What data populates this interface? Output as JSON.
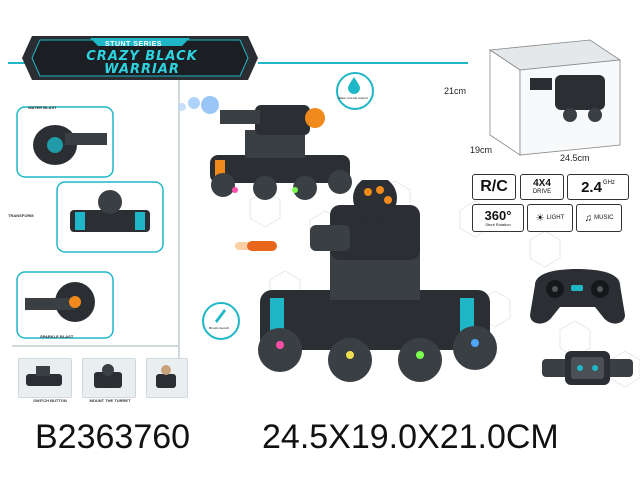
{
  "banner": {
    "series": "STUNT SERIES",
    "title_line1": "CRAZY BLACK",
    "title_line2": "WARRIAR"
  },
  "callouts": {
    "water_blast": "WATER BLAST",
    "transform": "TRANSFORM",
    "sparkle_blast": "SPARKLE BLAST"
  },
  "badges": {
    "water": "Water missile launch",
    "missile": "Missile launch"
  },
  "thumbnails": [
    {
      "caption": ""
    },
    {
      "caption": "SWITCH BUTTON"
    },
    {
      "caption": "MOUNT THE TURRET"
    },
    {
      "caption": ""
    }
  ],
  "box_dimensions": {
    "height": "21cm",
    "depth": "19cm",
    "width": "24.5cm"
  },
  "features": {
    "rc": "R/C",
    "drive_top": "4X4",
    "drive_bottom": "DRIVE",
    "freq": "2.4",
    "freq_unit": "GHz",
    "rotation": "360°",
    "rotation_sub": "Stunt Rotation",
    "light": "LIGHT",
    "music": "MUSIC"
  },
  "footer": {
    "item_code": "B2363760",
    "size": "24.5X19.0X21.0CM"
  },
  "colors": {
    "accent": "#1fb7c7",
    "tank": "#2b2f33",
    "orange": "#f08a1c"
  }
}
